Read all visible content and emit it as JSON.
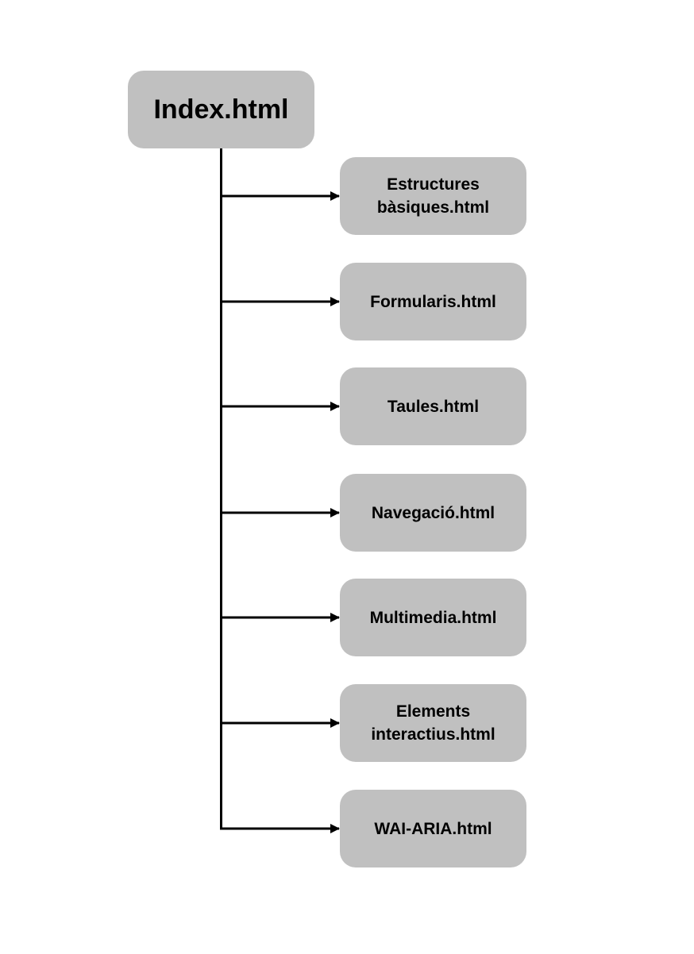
{
  "root": {
    "label": "Index.html"
  },
  "children": [
    {
      "label": "Estructures\nbàsiques.html"
    },
    {
      "label": "Formularis.html"
    },
    {
      "label": "Taules.html"
    },
    {
      "label": "Navegació.html"
    },
    {
      "label": "Multimedia.html"
    },
    {
      "label": "Elements\ninteractius.html"
    },
    {
      "label": "WAI-ARIA.html"
    }
  ],
  "colors": {
    "node_fill": "#c0c0c0",
    "connector": "#000000",
    "text": "#000000",
    "background": "#ffffff"
  }
}
